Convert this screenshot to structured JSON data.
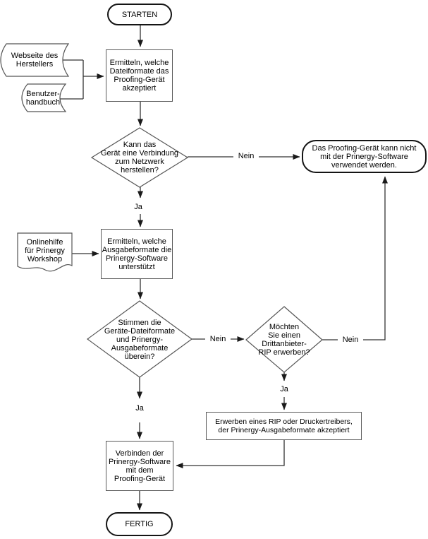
{
  "diagram": {
    "title_hint": "Proofing-Geraet / Prinergy flowchart",
    "colors": {
      "background": "#ffffff",
      "connector": "#333333",
      "shape_border": "#555555",
      "terminator_border": "#141414",
      "text": "#000000"
    },
    "nodes": {
      "start": {
        "label": "STARTEN"
      },
      "webseite": {
        "label": "Webseite des\nHerstellers"
      },
      "benutzer": {
        "label": "Benutzer-\nhandbuch"
      },
      "ermitteln_datei": {
        "label": "Ermitteln, welche\nDateiformate das\nProofing-Gerät\nakzeptiert"
      },
      "kann_verbindung": {
        "label": "Kann das\nGerät eine Verbindung\nzum Netzwerk\nherstellen?"
      },
      "nicht_verwendbar": {
        "label": "Das Proofing-Gerät kann nicht\nmit der Prinergy-Software\nverwendet werden."
      },
      "onlinehilfe": {
        "label": "Onlinehilfe\nfür Prinergy\nWorkshop"
      },
      "ermitteln_ausgabe": {
        "label": "Ermitteln, welche\nAusgabeformate die\nPrinergy-Software\nunterstützt"
      },
      "stimmen_formate": {
        "label": "Stimmen die\nGeräte-Dateiformate\nund Prinergy-\nAusgabeformate\nüberein?"
      },
      "drittanbieter_rip": {
        "label": "Möchten\nSie einen\nDrittanbieter-\nRIP erwerben?"
      },
      "erwerben_rip": {
        "label": "Erwerben eines RIP oder Druckertreibers,\nder Prinergy-Ausgabeformate akzeptiert"
      },
      "verbinden": {
        "label": "Verbinden der\nPrinergy-Software\nmit dem\nProofing-Gerät"
      },
      "end": {
        "label": "FERTIG"
      }
    },
    "edge_labels": {
      "d1_nein": "Nein",
      "d1_ja": "Ja",
      "d2_nein": "Nein",
      "d2_ja": "Ja",
      "d3_nein": "Nein",
      "d3_ja": "Ja"
    }
  }
}
